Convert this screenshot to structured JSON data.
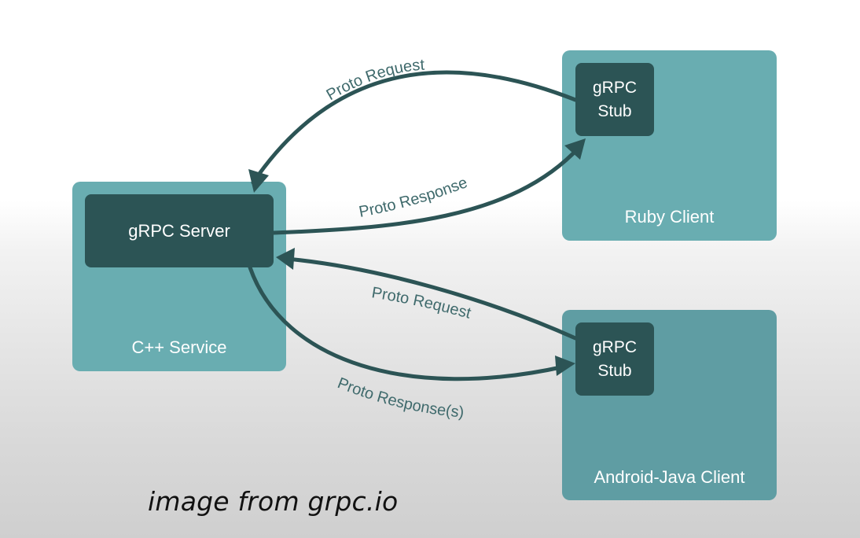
{
  "diagram": {
    "colors": {
      "panel": "#69adb1",
      "panel_lower": "#5f9da3",
      "inner": "#2c5455",
      "arrow": "#2c5455",
      "label": "#3f6a6c"
    },
    "service": {
      "label": "C++ Service",
      "server_label": "gRPC Server"
    },
    "ruby": {
      "label": "Ruby Client",
      "stub_label": "gRPC\nStub"
    },
    "android": {
      "label": "Android-Java Client",
      "stub_label": "gRPC\nStub"
    },
    "edges": {
      "ruby_request": "Proto Request",
      "ruby_response": "Proto Response",
      "android_request": "Proto Request",
      "android_response": "Proto Response(s)"
    }
  },
  "caption": "image from grpc.io"
}
